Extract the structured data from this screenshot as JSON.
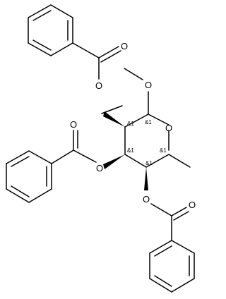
{
  "molecule": {
    "atom_labels": {
      "ring_oxygen": "O",
      "methoxy_oxygen": "O",
      "ester_oxygen_c2": "O",
      "carbonyl_oxygen_c2": "O",
      "ester_oxygen_c3": "O",
      "carbonyl_oxygen_c3": "O",
      "ester_oxygen_c4": "O",
      "carbonyl_oxygen_c4": "O"
    },
    "stereo_labels": {
      "c1": "&1",
      "c2": "&1",
      "c3": "&1",
      "c4": "&1",
      "c5": "&1"
    }
  }
}
